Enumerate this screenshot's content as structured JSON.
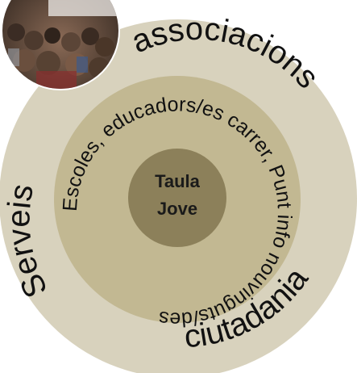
{
  "diagram": {
    "center_label_line1": "Taula",
    "center_label_line2": "Jove",
    "middle_ring_text": "Escoles, educadors/es carrer, Punt info nouvinguts/des",
    "outer_ring": {
      "top": "associacions",
      "left": "Serveis",
      "bottom_right": "ciutadania"
    }
  },
  "photo": {
    "description_icon": "crowd-photo"
  },
  "colors": {
    "outer_ring": "#d8d2bd",
    "middle_ring": "#c2b892",
    "core": "#8c805a",
    "photo_bg": "#5a4638",
    "text": "#111111"
  }
}
